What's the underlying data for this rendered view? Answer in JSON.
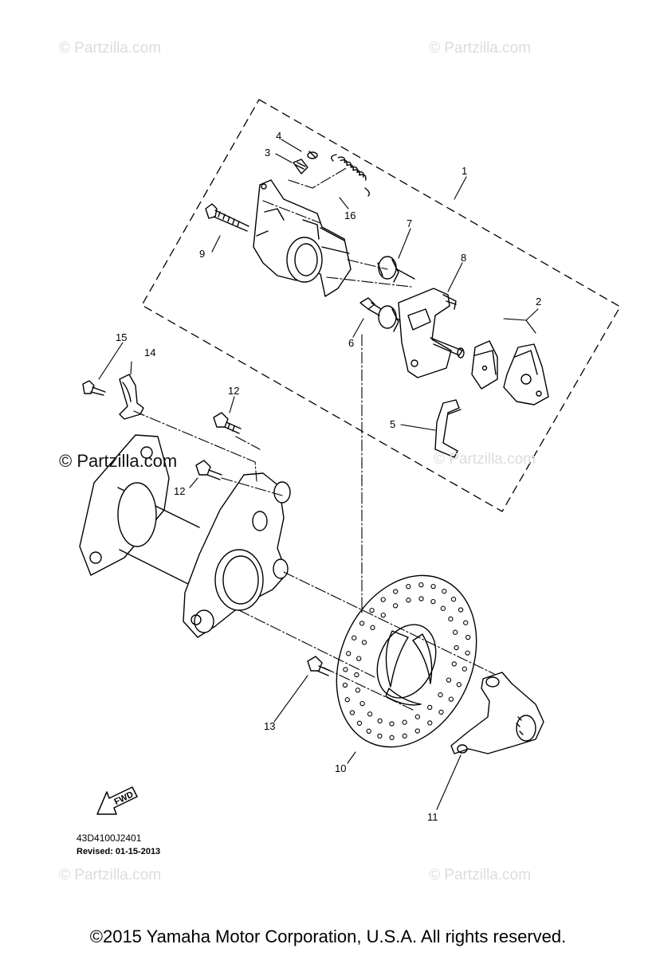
{
  "watermarks": {
    "top_left": "© Partzilla.com",
    "top_right": "© Partzilla.com",
    "middle_left": "© Partzilla.com",
    "middle_right": "© Partzilla.com",
    "bottom_left": "© Partzilla.com",
    "bottom_right": "© Partzilla.com"
  },
  "callouts": {
    "c1": "1",
    "c2": "2",
    "c3": "3",
    "c4": "4",
    "c5": "5",
    "c6": "6",
    "c7": "7",
    "c8": "8",
    "c9": "9",
    "c10": "10",
    "c11": "11",
    "c12a": "12",
    "c12b": "12",
    "c13": "13",
    "c14": "14",
    "c15": "15",
    "c16": "16"
  },
  "fwd_label": "FWD",
  "diagram_code": "43D4100J2401",
  "revised": "Revised: 01-15-2013",
  "copyright": "©2015 Yamaha Motor Corporation, U.S.A. All rights reserved.",
  "icons": [
    "fwd-arrow-icon"
  ]
}
